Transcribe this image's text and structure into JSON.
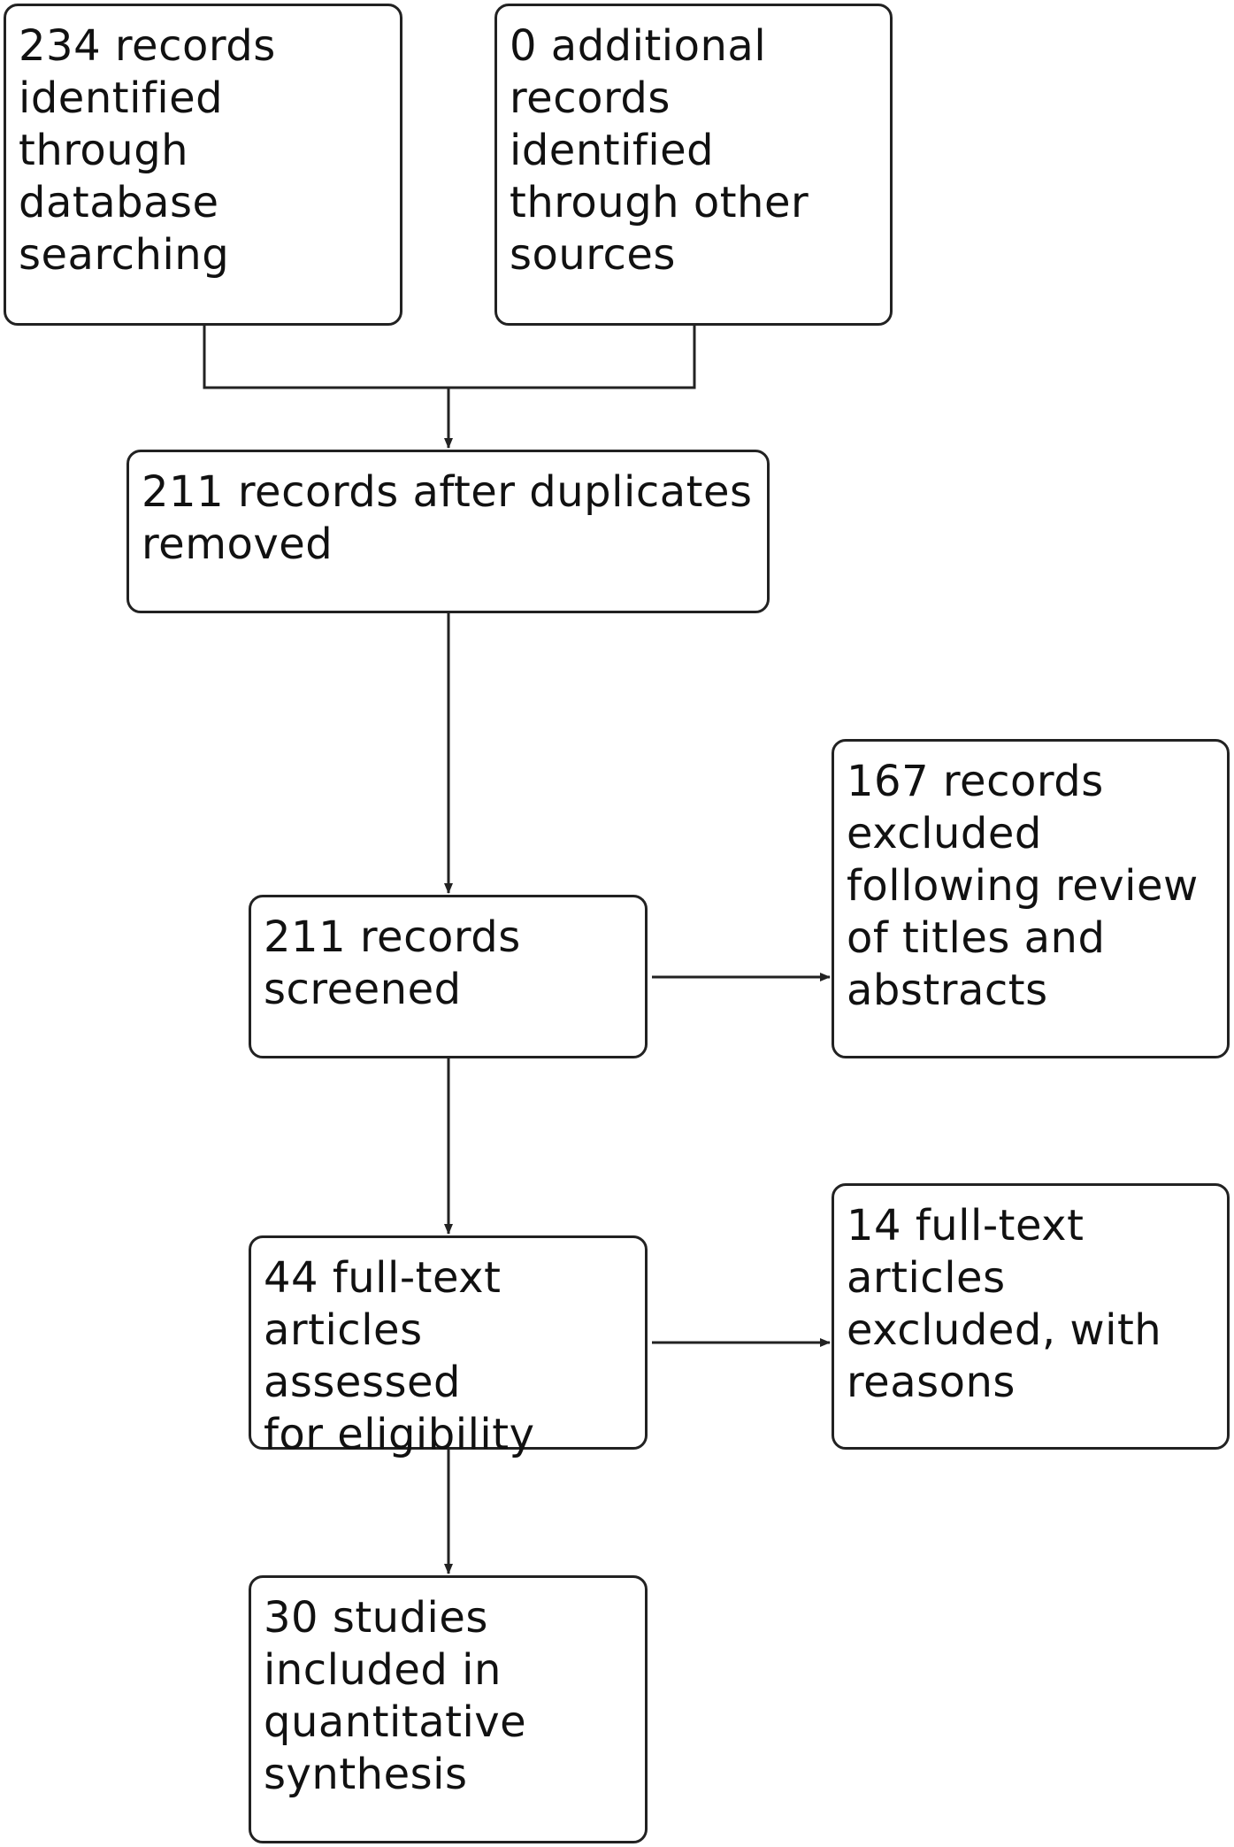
{
  "diagram": {
    "nodes": [
      {
        "id": "b1",
        "text": "234 records\nidentified\nthrough\ndatabase\nsearching"
      },
      {
        "id": "b2",
        "text": "0 additional\nrecords\nidentified\nthrough other\nsources"
      },
      {
        "id": "b3",
        "text": "211 records after duplicates\nremoved"
      },
      {
        "id": "b4",
        "text": "211 records\nscreened"
      },
      {
        "id": "b5",
        "text": "167 records\nexcluded\nfollowing review\nof titles and\nabstracts"
      },
      {
        "id": "b6",
        "text": "44 full-text\narticles assessed\nfor eligibility"
      },
      {
        "id": "b7",
        "text": "14 full-text\narticles\nexcluded, with\nreasons"
      },
      {
        "id": "b8",
        "text": "30 studies\nincluded in\nquantitative\nsynthesis"
      }
    ],
    "edges": [
      {
        "from": "b1",
        "to": "b3"
      },
      {
        "from": "b2",
        "to": "b3"
      },
      {
        "from": "b3",
        "to": "b4"
      },
      {
        "from": "b4",
        "to": "b5"
      },
      {
        "from": "b4",
        "to": "b6"
      },
      {
        "from": "b6",
        "to": "b7"
      },
      {
        "from": "b6",
        "to": "b8"
      }
    ]
  }
}
